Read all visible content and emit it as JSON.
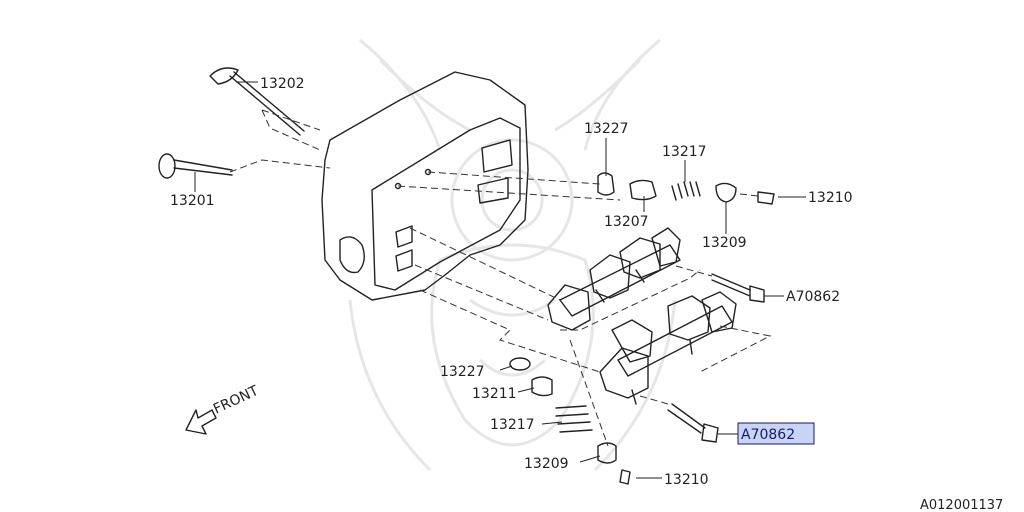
{
  "diagram": {
    "drawing_id": "A012001137",
    "front_label": "FRONT",
    "highlight_color": "#c8d4f4",
    "callouts": [
      {
        "id": "13202",
        "text": "13202"
      },
      {
        "id": "13201",
        "text": "13201"
      },
      {
        "id": "13227a",
        "text": "13227"
      },
      {
        "id": "13217a",
        "text": "13217"
      },
      {
        "id": "13207",
        "text": "13207"
      },
      {
        "id": "13209a",
        "text": "13209"
      },
      {
        "id": "13210a",
        "text": "13210"
      },
      {
        "id": "A70862a",
        "text": "A70862"
      },
      {
        "id": "13227b",
        "text": "13227"
      },
      {
        "id": "13211",
        "text": "13211"
      },
      {
        "id": "13217b",
        "text": "13217"
      },
      {
        "id": "13209b",
        "text": "13209"
      },
      {
        "id": "13210b",
        "text": "13210"
      },
      {
        "id": "A70862b",
        "text": "A70862",
        "highlighted": true
      }
    ]
  }
}
